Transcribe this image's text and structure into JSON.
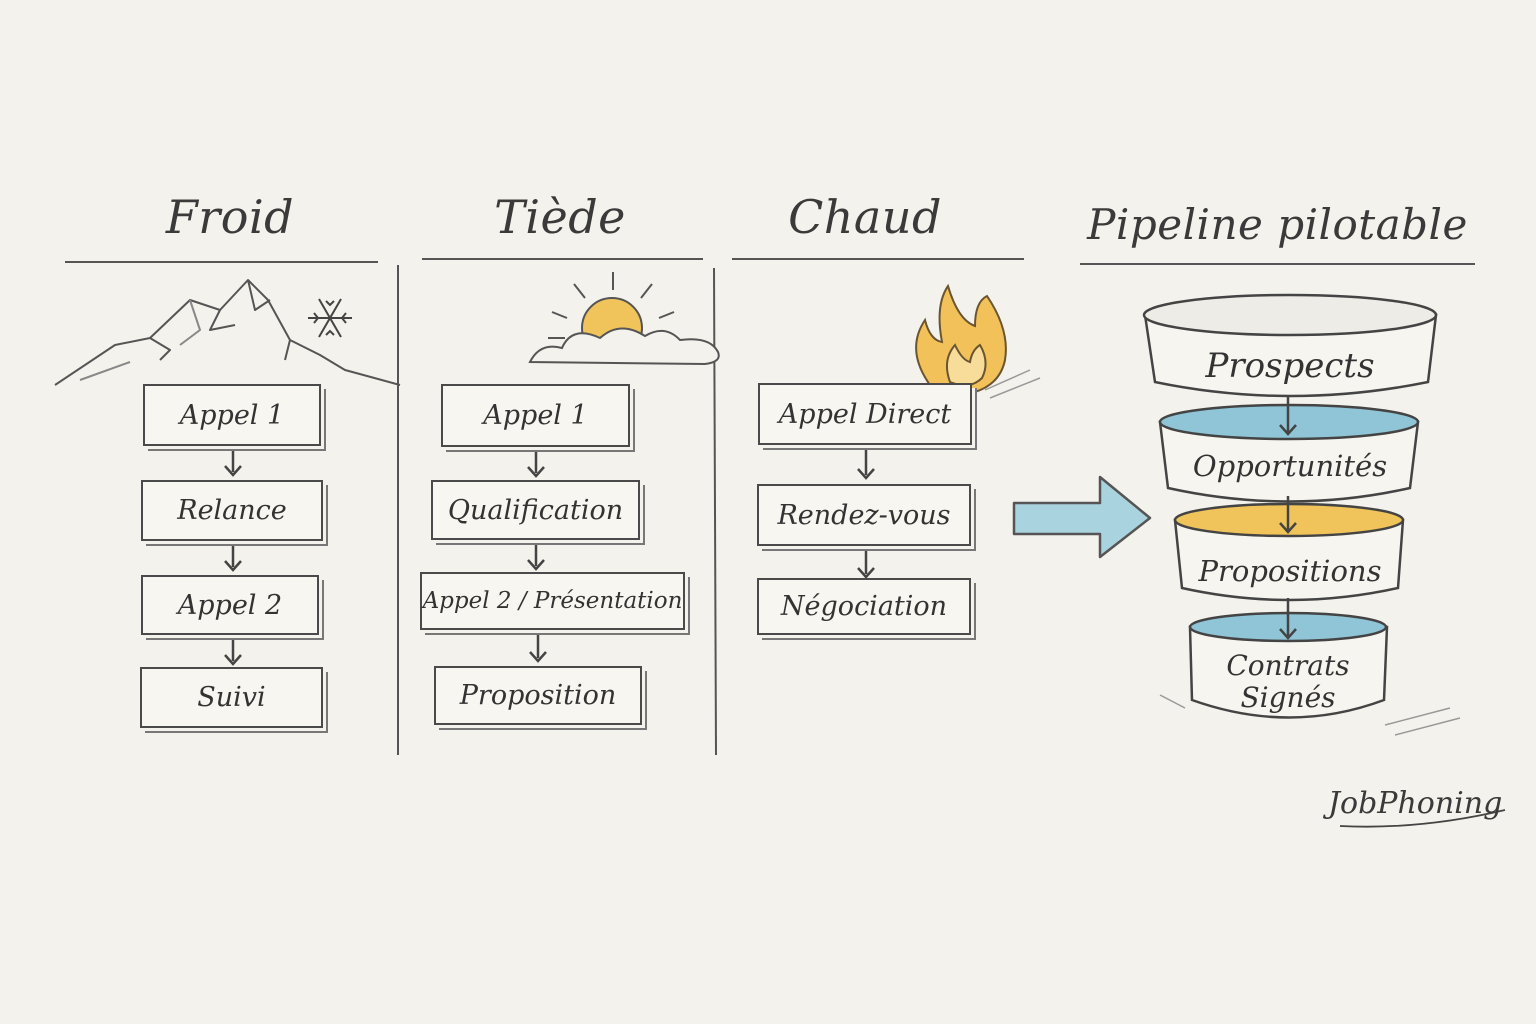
{
  "columns": [
    {
      "title": "Froid",
      "steps": [
        "Appel 1",
        "Relance",
        "Appel 2",
        "Suivi"
      ]
    },
    {
      "title": "Tiède",
      "steps": [
        "Appel 1",
        "Qualification",
        "Appel 2 / Présentation",
        "Proposition"
      ]
    },
    {
      "title": "Chaud",
      "steps": [
        "Appel Direct",
        "Rendez-vous",
        "Négociation"
      ]
    }
  ],
  "pipeline": {
    "title": "Pipeline pilotable",
    "stages": [
      "Prospects",
      "Opportunités",
      "Propositions",
      "Contrats Signés"
    ]
  },
  "brand": "JobPhoning",
  "colors": {
    "ink": "#4a4a4a",
    "paper": "#f4f2ec",
    "blue": "#8fc5d6",
    "yellow": "#f0c45a",
    "flame": "#f2c15a"
  },
  "icons": [
    "mountain-icon",
    "snowflake-icon",
    "sun-cloud-icon",
    "flame-icon",
    "arrow-right-icon"
  ]
}
